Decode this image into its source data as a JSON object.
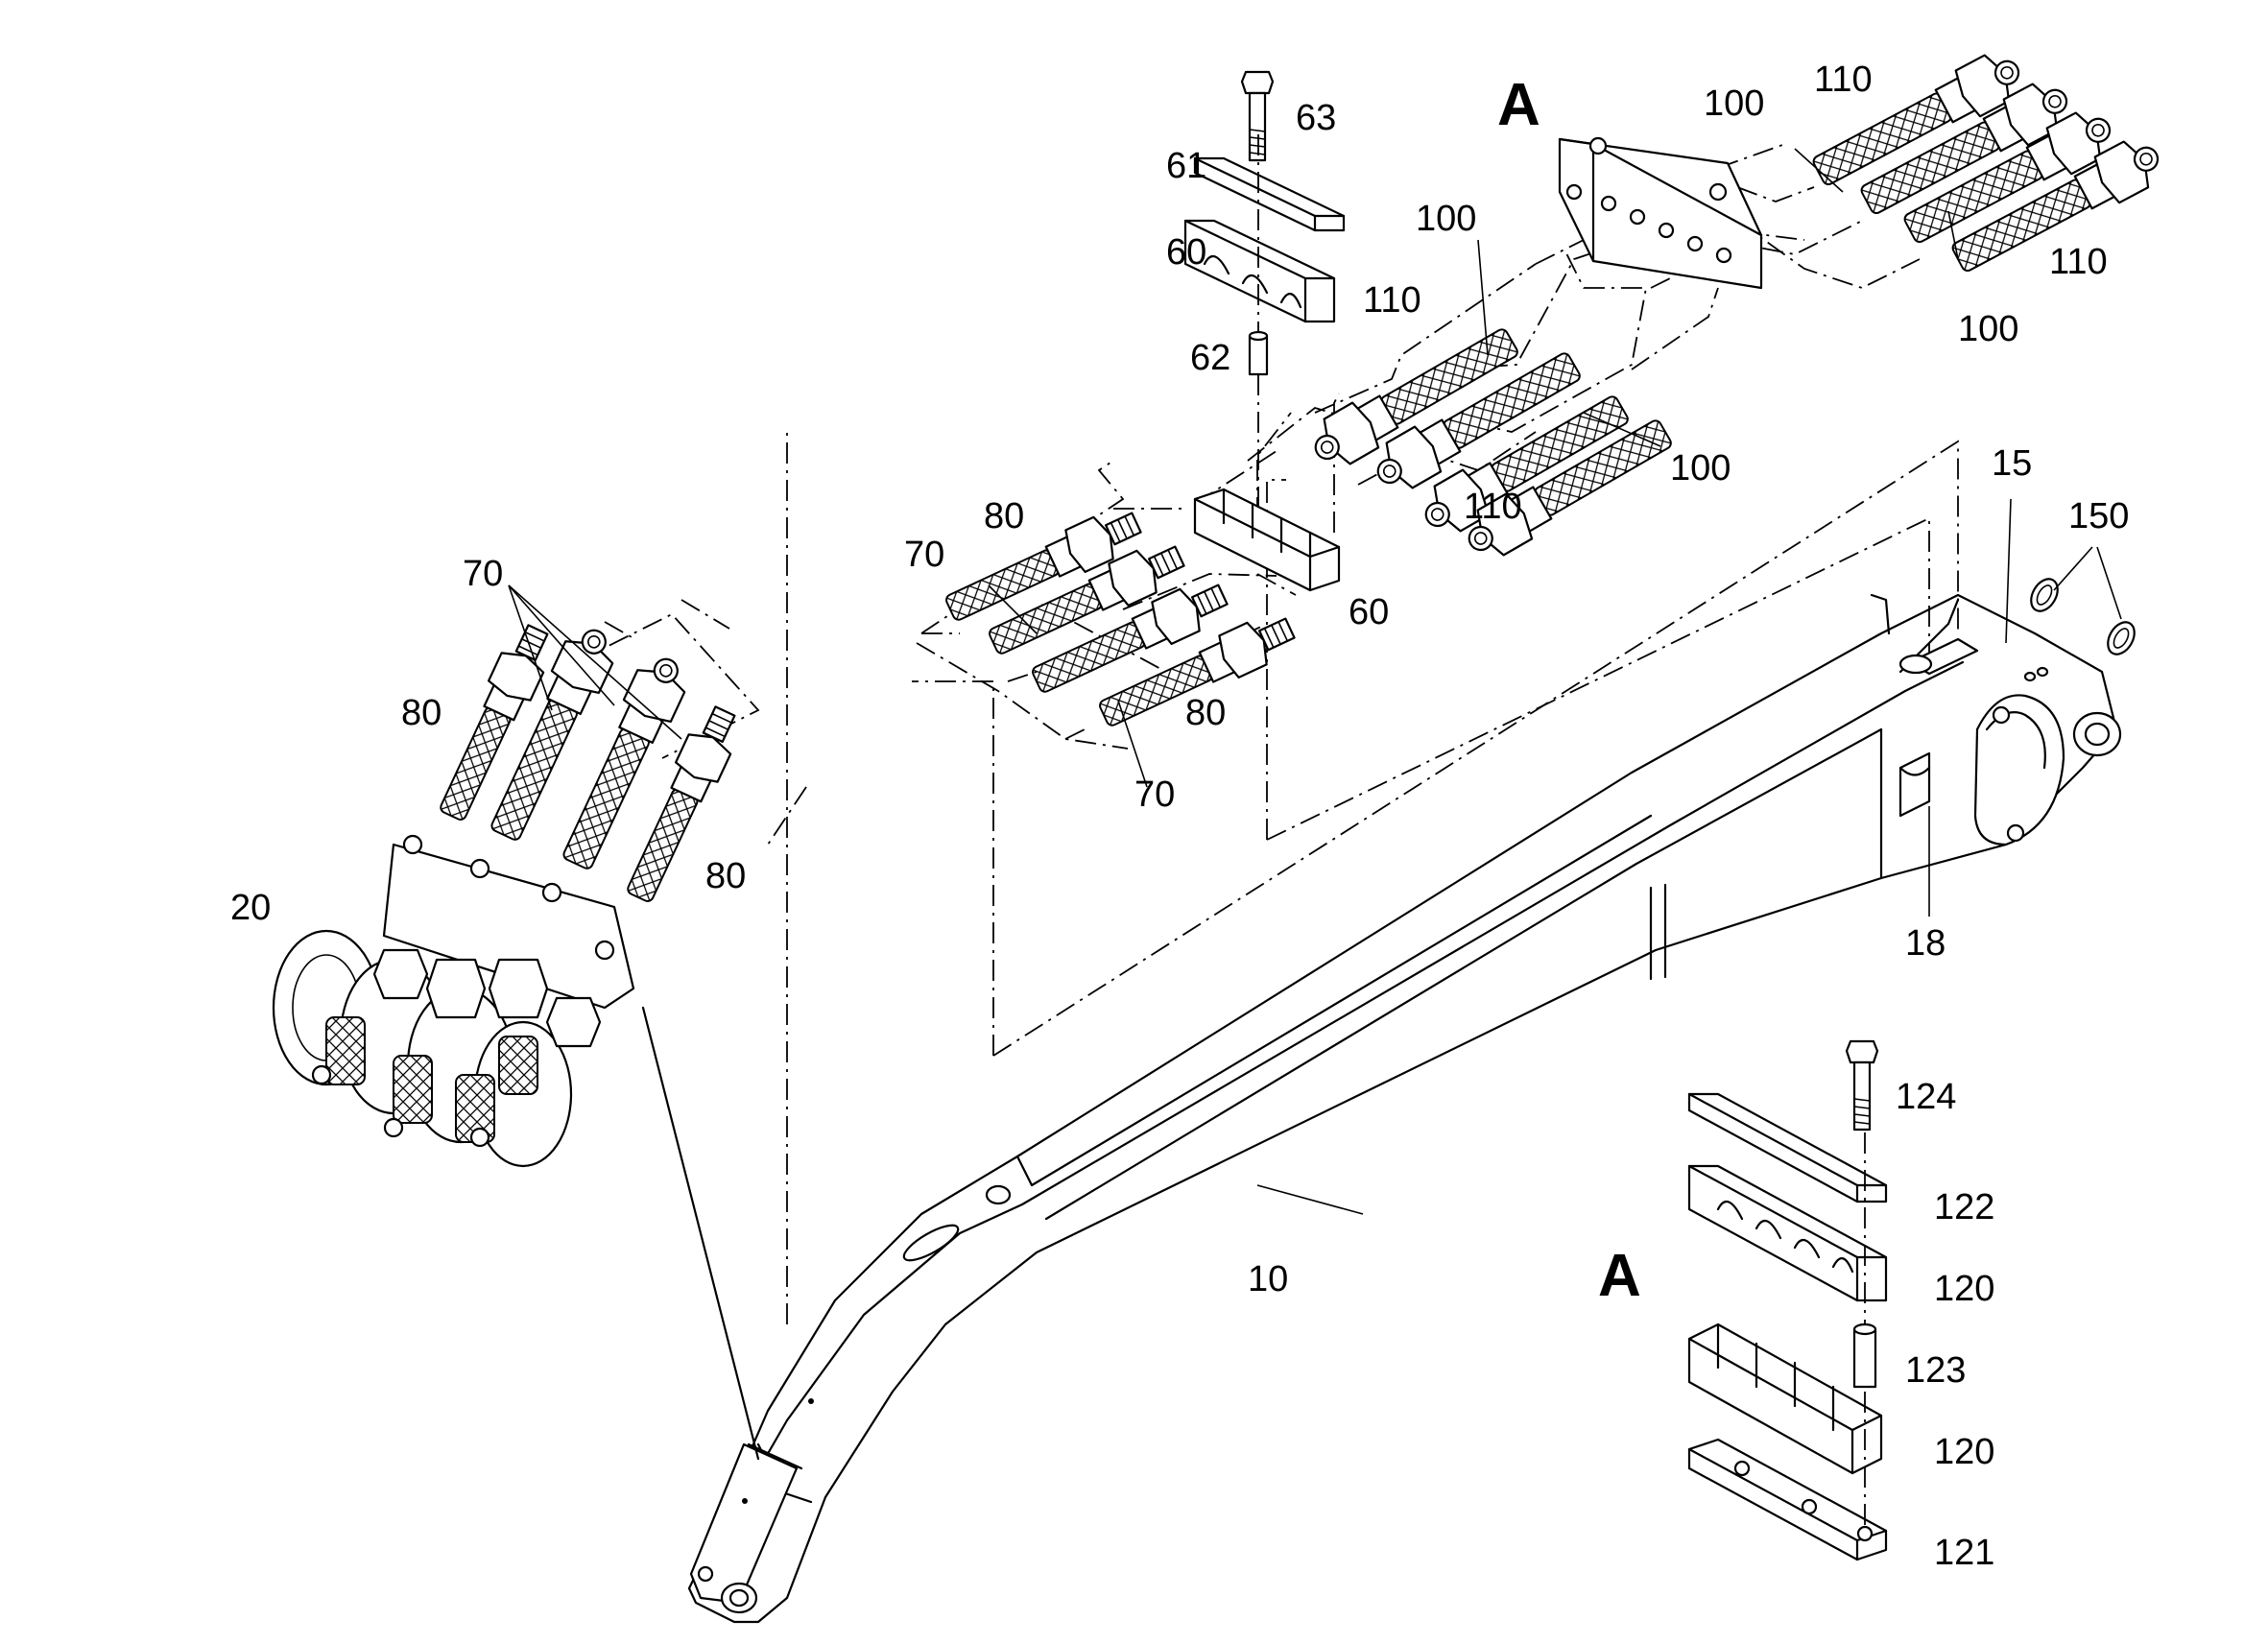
{
  "figure": {
    "callouts": {
      "c10": "10",
      "c15": "15",
      "c18": "18",
      "c20": "20",
      "c60a": "60",
      "c60b": "60",
      "c61": "61",
      "c62": "62",
      "c63": "63",
      "c70a": "70",
      "c70b": "70",
      "c70c": "70",
      "c80a": "80",
      "c80b": "80",
      "c80c": "80",
      "c80d": "80",
      "c100a": "100",
      "c100b": "100",
      "c100c": "100",
      "c100d": "100",
      "c110a": "110",
      "c110b": "110",
      "c110c": "110",
      "c110d": "110",
      "c120a": "120",
      "c120b": "120",
      "c121": "121",
      "c122": "122",
      "c123": "123",
      "c124": "124",
      "c150": "150"
    },
    "detail_markers": {
      "top": "A",
      "bottom": "A"
    }
  }
}
